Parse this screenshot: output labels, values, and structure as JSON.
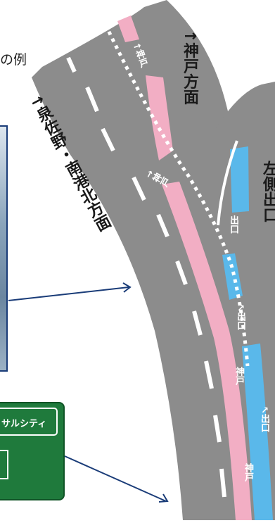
{
  "caption": "の例",
  "labels": {
    "kobe_direction": "↑神戸方面",
    "izumisano_direction": "↑泉佐野・南港北方面",
    "right_exit_edge": "左側出口"
  },
  "lane_markings": [
    {
      "text": "↑神戸"
    },
    {
      "text": "↑神戸"
    },
    {
      "text": "出口"
    },
    {
      "text": "↖出口"
    },
    {
      "text": "神戸"
    },
    {
      "text": "↖出口"
    },
    {
      "text": "神戸"
    }
  ],
  "sign": {
    "text": "サルシティ"
  },
  "colors": {
    "road": "#8c8c8c",
    "pink_lane": "#f2aec4",
    "blue_lane": "#5ab8ea",
    "arrow": "#1a3c78",
    "sign_green": "#1f7a3c"
  }
}
